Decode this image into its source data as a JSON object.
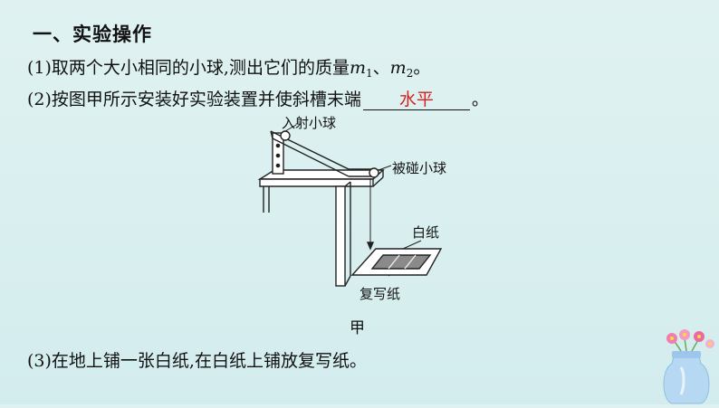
{
  "heading": "一、实验操作",
  "step1": {
    "text": "(1)取两个大小相同的小球,测出它们的质量",
    "m": "m",
    "sub1": "1",
    "sep": "、",
    "sub2": "2",
    "end": "。"
  },
  "step2": {
    "text": "(2)按图甲所示安装好实验装置并使斜槽末端",
    "answer": "水平",
    "end": "。"
  },
  "step3": {
    "text": "(3)在地上铺一张白纸,在白纸上铺放复写纸。"
  },
  "figure": {
    "label_incident_ball": "入射小球",
    "label_target_ball": "被碰小球",
    "label_white_paper": "白纸",
    "label_carbon_paper": "复写纸",
    "caption": "甲"
  },
  "colors": {
    "answer": "#d42020",
    "background": "#dff2f1"
  }
}
